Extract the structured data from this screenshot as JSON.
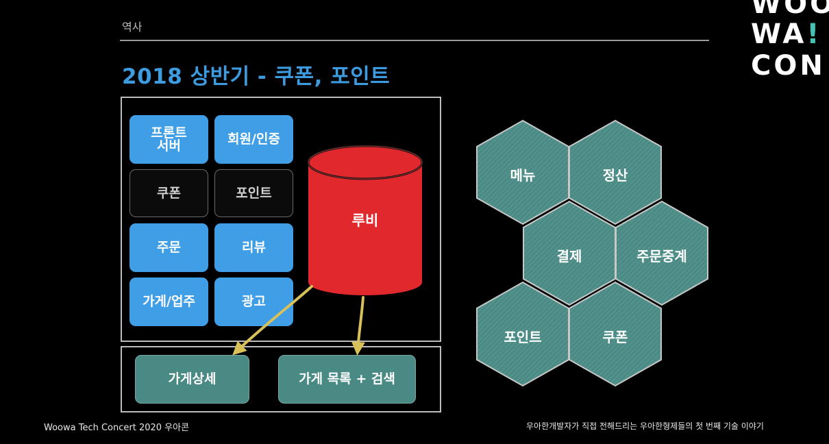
{
  "section_label": "역사",
  "title": "2018 상반기 - 쿠폰, 포인트",
  "logo": {
    "line1": "WOO",
    "line2_a": "WA",
    "line2_b": "!",
    "line3": "CON"
  },
  "modules": [
    {
      "label": "프론트\n서버",
      "style": "blue"
    },
    {
      "label": "회원/인증",
      "style": "blue"
    },
    {
      "label": "쿠폰",
      "style": "dark"
    },
    {
      "label": "포인트",
      "style": "dark"
    },
    {
      "label": "주문",
      "style": "blue"
    },
    {
      "label": "리뷰",
      "style": "blue"
    },
    {
      "label": "가게/업주",
      "style": "blue"
    },
    {
      "label": "광고",
      "style": "blue"
    }
  ],
  "database": {
    "label": "루비",
    "color": "#e1282c"
  },
  "outputs": [
    {
      "label": "가게상세"
    },
    {
      "label": "가게 목록 + 검색"
    }
  ],
  "services": [
    "메뉴",
    "정산",
    "결제",
    "주문중계",
    "포인트",
    "쿠폰"
  ],
  "colors": {
    "accent": "#3d9be0",
    "module_blue": "#3f9ee6",
    "teal": "#4a8a84",
    "arrow": "#d9c15a"
  },
  "footer": {
    "left": "Woowa Tech Concert  2020 우아콘",
    "right": "우아한개발자가 직접 전해드리는 우아한형제들의 첫 번째 기술 이야기"
  }
}
